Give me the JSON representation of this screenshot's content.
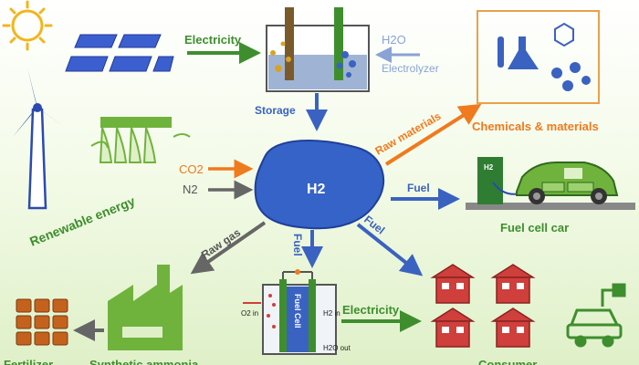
{
  "labels": {
    "electricity_top": "Electricity",
    "h2o_top": "H2O",
    "electrolyzer": "Electrolyzer",
    "storage": "Storage",
    "raw_materials": "Raw materials",
    "chemicals": "Chemicals & materials",
    "co2": "CO2",
    "n2": "N2",
    "h2": "H2",
    "fuel_car": "Fuel",
    "fuel_cell_car": "Fuel cell car",
    "renewable": "Renewable energy",
    "raw_gas": "Raw gas",
    "fuel_down": "Fuel",
    "fuel_diag": "Fuel",
    "electricity_bottom": "Electricity",
    "fuel_cell": "Fuel Cell",
    "o2_in": "O2 in",
    "h2_in": "H2 in",
    "h2o_out": "H2O out",
    "fertilizer": "Fertilizer",
    "synthetic_ammonia": "Synthetic ammonia",
    "consumer": "Consumer",
    "electrode_h2": "H2",
    "car_h2": "H2"
  },
  "colors": {
    "blue": "#3a62c0",
    "green": "#3e8e2e",
    "orange": "#f07a1e",
    "gray": "#666666",
    "h2_blob": "#3563c7",
    "house_red": "#cf3f3c",
    "factory_green": "#6fb33c"
  }
}
